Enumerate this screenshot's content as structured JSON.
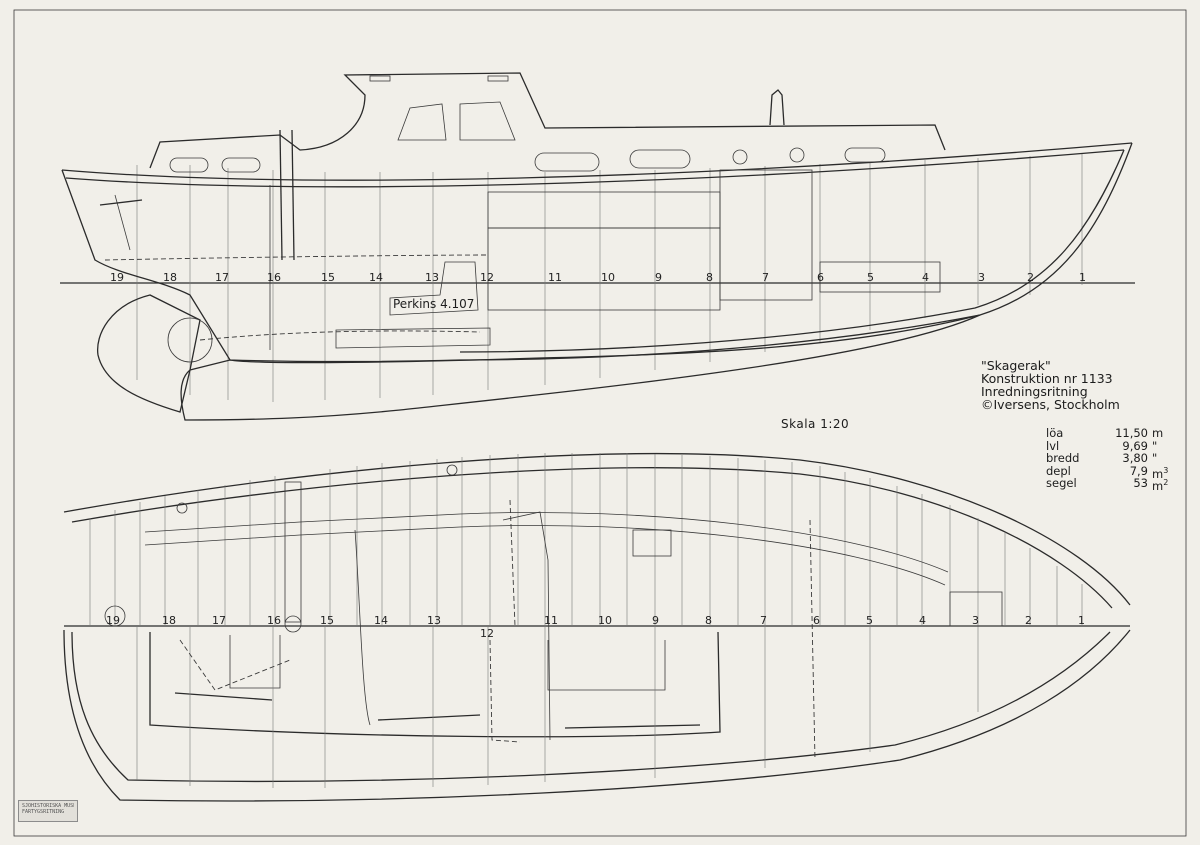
{
  "drawing": {
    "vessel_name": "\"Skagerak\"",
    "design_number": "Konstruktion nr 1133",
    "drawing_type": "Inredningsritning",
    "designer": "©Iversens, Stockholm",
    "scale": "Skala 1:20",
    "engine_label": "Perkins 4.107"
  },
  "specs": [
    {
      "name": "löa",
      "value": "11,50",
      "unit": "m"
    },
    {
      "name": "lvl",
      "value": "9,69",
      "unit": "\""
    },
    {
      "name": "bredd",
      "value": "3,80",
      "unit": "\""
    },
    {
      "name": "depl",
      "value": "7,9",
      "unit": "m3"
    },
    {
      "name": "segel",
      "value": "53",
      "unit": "m2"
    }
  ],
  "profile_stations": [
    "19",
    "18",
    "17",
    "16",
    "15",
    "14",
    "13",
    "12",
    "11",
    "10",
    "9",
    "8",
    "7",
    "6",
    "5",
    "4",
    "3",
    "2",
    "1"
  ],
  "plan_stations": [
    "19",
    "18",
    "17",
    "16",
    "15",
    "14",
    "13",
    "12",
    "11",
    "10",
    "9",
    "8",
    "7",
    "6",
    "5",
    "4",
    "3",
    "2",
    "1"
  ],
  "stamp": {
    "line1": "SJÖHISTORISKA MUSEET",
    "line2": "FARTYGSRITNING"
  }
}
